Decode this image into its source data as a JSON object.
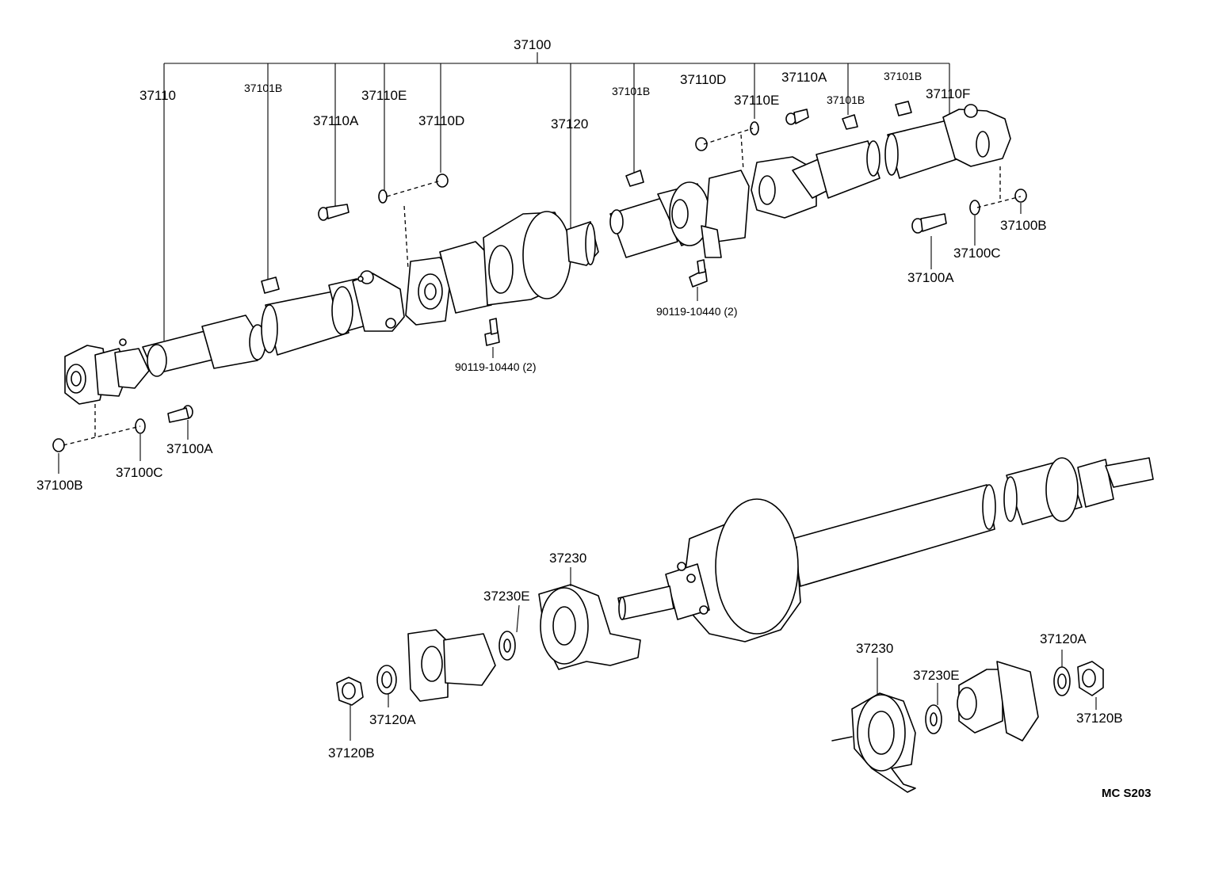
{
  "labels": {
    "p37100": "37100",
    "p37110": "37110",
    "p37101B_1": "37101B",
    "p37110A_1": "37110A",
    "p37110E_1": "37110E",
    "p37110D_1": "37110D",
    "p37120": "37120",
    "p37101B_2": "37101B",
    "p37110D_2": "37110D",
    "p37110E_2": "37110E",
    "p37110A_2": "37110A",
    "p37101B_3": "37101B",
    "p37101B_4": "37101B",
    "p37110F": "37110F",
    "p37100B_r": "37100B",
    "p37100C_r": "37100C",
    "p37100A_r": "37100A",
    "bolt_right": "90119-10440 (2)",
    "bolt_left": "90119-10440 (2)",
    "p37100A_l": "37100A",
    "p37100C_l": "37100C",
    "p37100B_l": "37100B",
    "p37230_l": "37230",
    "p37230E_l": "37230E",
    "p37120A_l": "37120A",
    "p37120B_l": "37120B",
    "p37230_r": "37230",
    "p37230E_r": "37230E",
    "p37120A_r": "37120A",
    "p37120B_r": "37120B",
    "drawing_code": "MC S203"
  }
}
